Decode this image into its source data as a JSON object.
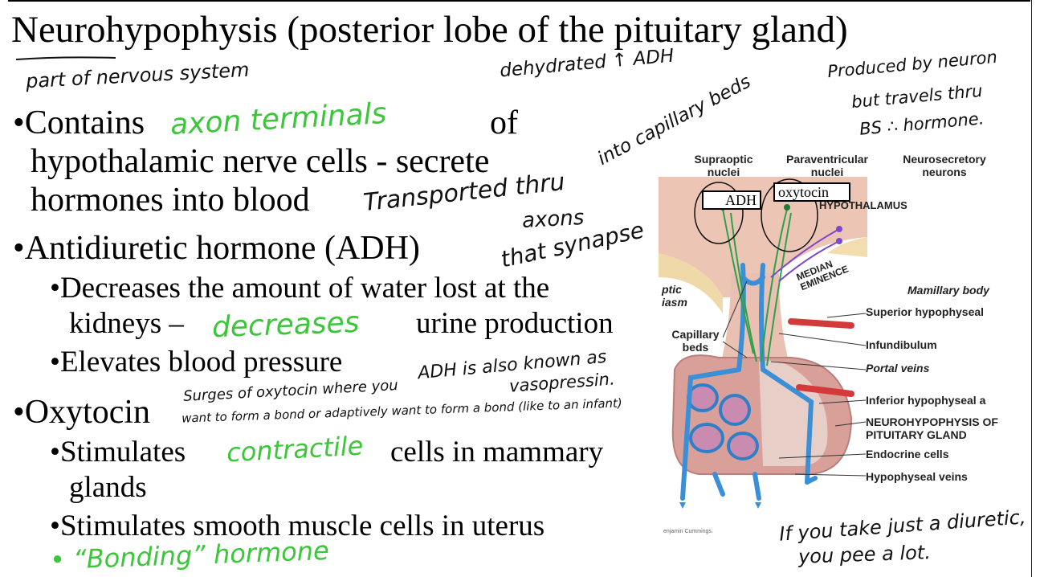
{
  "slide": {
    "title": "Neurohypophysis (posterior lobe of the pituitary gland)",
    "bullets": {
      "contains_pre": "•Contains",
      "contains_post": "of",
      "contains_line2": "hypothalamic nerve cells - secrete",
      "contains_line3": "hormones into blood",
      "adh": "•Antidiuretic hormone (ADH)",
      "adh_sub1_line1": "•Decreases the amount of water lost at the",
      "adh_sub1_line2_pre": "kidneys –",
      "adh_sub1_line2_post": "urine production",
      "adh_sub2": "•Elevates blood pressure",
      "oxytocin": "•Oxytocin",
      "oxy_sub1_pre": "•Stimulates",
      "oxy_sub1_post": "cells in mammary",
      "oxy_sub1_line2": "glands",
      "oxy_sub2": "•Stimulates smooth muscle cells in uterus"
    }
  },
  "annotations": {
    "part_of_nervous": "part of nervous system",
    "dehydrated": "dehydrated ↑ ADH",
    "produced_by": "Produced by neuron",
    "but_travels": "but travels thru",
    "bs_hormone": "BS ∴ hormone.",
    "axon_terminals": "axon terminals",
    "transported_thru": "Transported thru",
    "axons": "axons",
    "that_synapse": "that synapse",
    "into_capillary": "into capillary beds",
    "decreases": "decreases",
    "adh_also": "ADH is also known as",
    "vasopressin": "vasopressin.",
    "surges": "Surges of oxytocin where you",
    "want_bond": "want to form a bond or adaptively want to form a bond (like to an infant)",
    "contractile": "contractile",
    "bonding": "• “Bonding” hormone",
    "if_you_take": "If you take just a diuretic,",
    "you_pee": "you pee a lot."
  },
  "figure": {
    "labels": {
      "supraoptic": "Supraoptic nuclei",
      "paraventricular": "Paraventricular nuclei",
      "neurosecretory": "Neurosecretory neurons",
      "hypothalamus": "HYPOTHALAMUS",
      "median_eminence": "MEDIAN EMINENCE",
      "mamillary": "Mamillary body",
      "optic": "ptic iasm",
      "superior": "Superior hypophyseal",
      "capillary": "Capillary beds",
      "infundibulum": "Infundibulum",
      "portal": "Portal veins",
      "inferior": "Inferior hypophyseal a",
      "neurohypophysis": "NEUROHYPOPHYSIS OF PITUITARY GLAND",
      "endocrine": "Endocrine cells",
      "hypo_veins": "Hypophyseal veins",
      "credit": "enjamin Cummings."
    },
    "boxes": {
      "adh": "ADH",
      "oxytocin": "oxytocin"
    },
    "colors": {
      "vessel": "#3b8fd6",
      "artery": "#d33b3b",
      "neuron": "#2fa04a",
      "tissue": "#e8bfb0",
      "gland": "#d9a6a0"
    }
  }
}
